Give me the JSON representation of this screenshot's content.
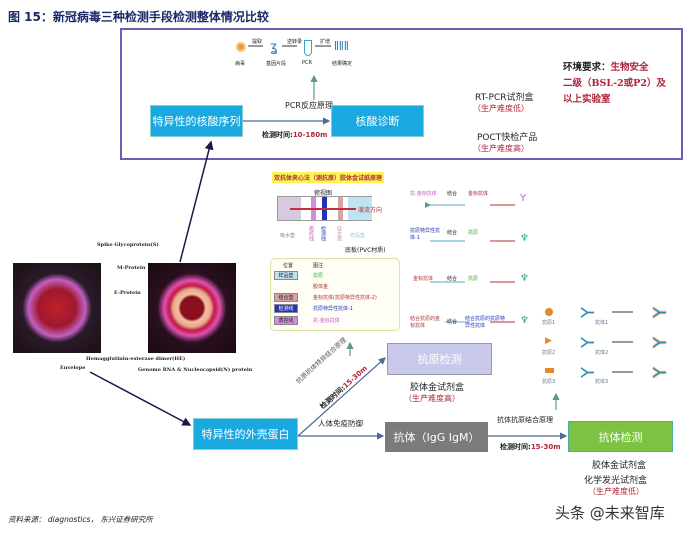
{
  "title": "图 15：新冠病毒三种检测手段检测整体情况比较",
  "pcr_flow": {
    "steps": [
      "病毒",
      "基因片段",
      "PCR",
      "结果确定"
    ],
    "arrows": [
      "提取",
      "逆转录",
      "扩增"
    ]
  },
  "nucleic": {
    "source_box": "特异性的核酸序列",
    "principle": "PCR反应原理",
    "time_label": "检测时间:",
    "time_value": "10-180m",
    "result_box": "核酸诊断",
    "product1": "RT-PCR试剂盒",
    "product1_diff": "（生产难度低）",
    "product2": "POCT快检产品",
    "product2_diff": "（生产难度高）",
    "env_label": "环境要求：",
    "env_value1": "生物安全",
    "env_value2": "二级（BSL-2或P2）及",
    "env_value3": "以上实验室"
  },
  "virus": {
    "labels": [
      "Spike Glycoprotein(S)",
      "M-Protein",
      "E-Protein",
      "Hemagglutinin-esterase dimer(HE)",
      "Envelope",
      "Genome RNA & Nucleocapsid(N) protein"
    ]
  },
  "lateral_flow": {
    "title": "双抗体夹心法（测抗原）胶体金试纸原理",
    "top_view": "俯视图",
    "flow_dir": "液流方向",
    "pads": [
      "吸水垫",
      "质控线",
      "检测线",
      "结合垫",
      "样品垫"
    ],
    "base": "底板(PVC材质)",
    "legend_header": [
      "位置",
      "图注"
    ],
    "legend": [
      {
        "pos": "样品垫",
        "note": "抗原",
        "color": "#bfe3ef"
      },
      {
        "pos": "",
        "note": "胶体金",
        "color": ""
      },
      {
        "pos": "结合垫",
        "note": "金标抗体(抗原特异性抗体-2)",
        "color": "#d9a3a3"
      },
      {
        "pos": "检测线",
        "note": "抗原特异性抗体-1",
        "color": "#2233bb"
      },
      {
        "pos": "质控线",
        "note": "抗-金标抗体",
        "color": "#d58be0"
      }
    ]
  },
  "binding": {
    "bind_word": "结合",
    "rows": [
      {
        "left": "抗-金标抗体",
        "right": "金标抗体"
      },
      {
        "left": "抗原特异性抗体-1",
        "right": "抗原"
      },
      {
        "left": "金标抗体",
        "right": "抗原"
      },
      {
        "left": "结合抗原的金标抗体",
        "right": "结合抗原的抗原特异性抗体"
      }
    ]
  },
  "antigen": {
    "box": "抗原检测",
    "product": "胶体金试剂盒",
    "difficulty": "（生产难度高）",
    "principle": "抗原抗体特异结合原理",
    "time_label": "检测时间:",
    "time_value": "15-30m"
  },
  "protein_box": "特异性的外壳蛋白",
  "immune": "人体免疫防御",
  "antibody": {
    "box": "抗体（IgG IgM）",
    "principle": "抗体抗原结合原理",
    "time_label": "检测时间:",
    "time_value": "15-30m",
    "result_box": "抗体检测",
    "product1": "胶体金试剂盒",
    "product2": "化学发光试剂盒",
    "difficulty": "（生产难度低）",
    "icon_labels": [
      "抗原1",
      "抗原2",
      "抗原3",
      "抗体1",
      "抗体2",
      "抗体3"
    ]
  },
  "footer": "资料来源： diagnostics， 东兴证券研究所",
  "watermark": "头条 @未来智库",
  "colors": {
    "blue_box": "#1aa8e0",
    "purple_frame": "#6a5fb5",
    "antigen_box": "#c9c9ec",
    "gray_box": "#7b7b7b",
    "green_box": "#7dc242",
    "red_text": "#b0243a"
  }
}
